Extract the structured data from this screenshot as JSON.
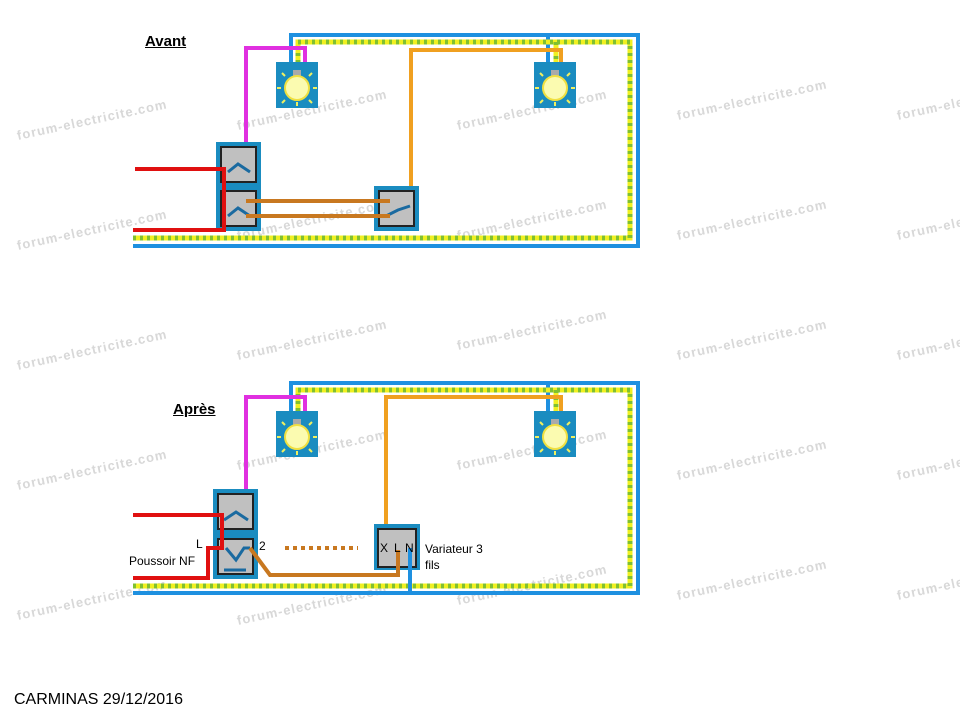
{
  "watermark": "forum-electricite.com",
  "sections": {
    "before": {
      "title": "Avant"
    },
    "after": {
      "title": "Après",
      "label_L": "L",
      "label_2": "2",
      "pushbutton_label": "Poussoir NF",
      "dimmer_label_line1": "Variateur 3",
      "dimmer_label_line2": "fils",
      "dimmer_terminals": [
        "X",
        "L",
        "N"
      ]
    }
  },
  "footer": "CARMINAS 29/12/2016",
  "colors": {
    "phase": "#e01010",
    "neutral": "#1e90e0",
    "earth_yellow": "#f0f020",
    "earth_green": "#80c030",
    "return_magenta": "#e030e0",
    "return_orange": "#f0a020",
    "traveller_brown": "#c87820",
    "box_blue": "#1a8cc0",
    "switch_grey": "#c0c0c0"
  }
}
